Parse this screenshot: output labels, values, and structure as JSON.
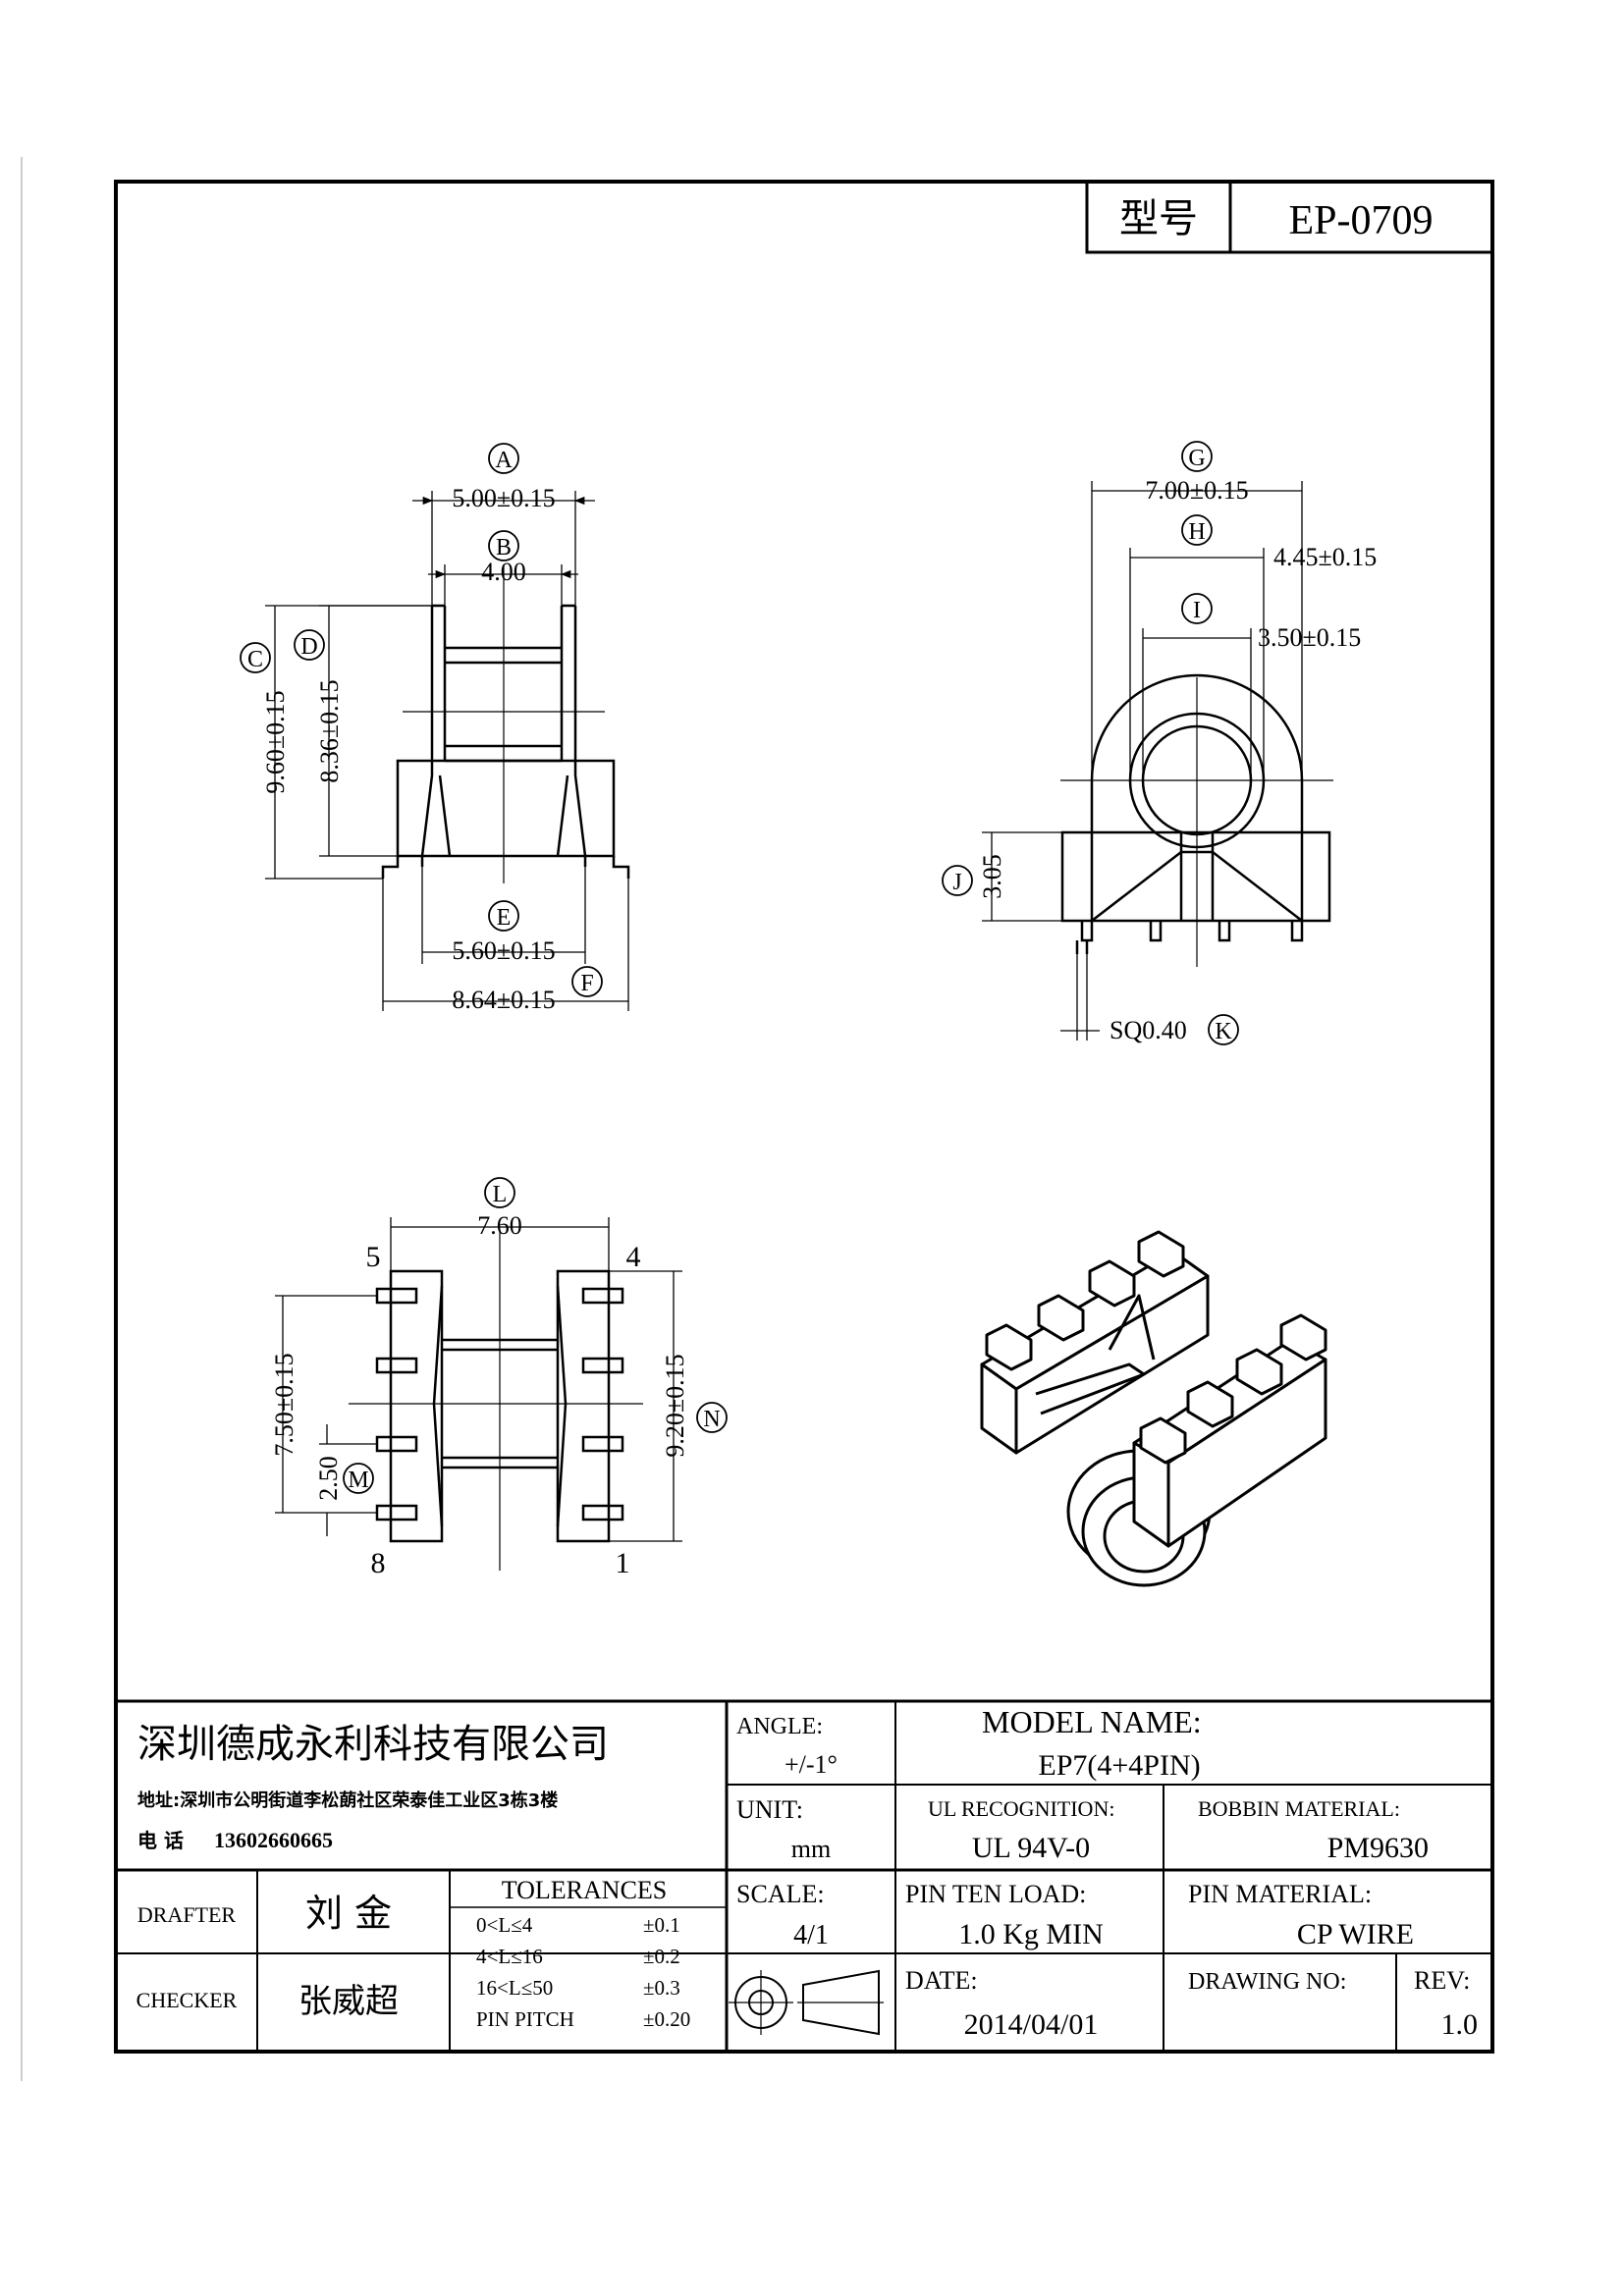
{
  "model_box": {
    "label": "型号",
    "value": "EP-0709"
  },
  "side_view": {
    "callouts": [
      "A",
      "B",
      "C",
      "D",
      "E",
      "F"
    ],
    "dims": {
      "a": "5.00±0.15",
      "b": "4.00",
      "c": "9.60±0.15",
      "d": "8.36±0.15",
      "e": "5.60±0.15",
      "f": "8.64±0.15"
    }
  },
  "front_view": {
    "callouts": [
      "G",
      "H",
      "I",
      "J",
      "K"
    ],
    "dims": {
      "g": "7.00±0.15",
      "h": "4.45±0.15",
      "i": "3.50±0.15",
      "j": "3.05",
      "k": "SQ0.40"
    }
  },
  "bottom_view": {
    "callouts": [
      "L",
      "M",
      "N"
    ],
    "dims": {
      "l": "7.60",
      "m": "2.50",
      "n_left": "7.50±0.15",
      "n_right": "9.20±0.15"
    },
    "pins": {
      "top_left": "5",
      "top_right": "4",
      "bottom_left": "8",
      "bottom_right": "1"
    }
  },
  "title_block": {
    "company": "深圳德成永利科技有限公司",
    "address": "地址:深圳市公明街道李松蓢社区荣泰佳工业区3栋3楼",
    "phone_label": "电 话",
    "phone": "13602660665",
    "angle_label": "ANGLE:",
    "angle_value": "+/-1°",
    "model_name_label": "MODEL NAME:",
    "model_name_value": "EP7(4+4PIN)",
    "unit_label": "UNIT:",
    "unit_value": "mm",
    "ul_label": "UL RECOGNITION:",
    "ul_value": "UL 94V-0",
    "bobbin_label": "BOBBIN MATERIAL:",
    "bobbin_value": "PM9630",
    "drafter_label": "DRAFTER",
    "drafter_value": "刘 金",
    "checker_label": "CHECKER",
    "checker_value": "张威超",
    "tolerances_label": "TOLERANCES",
    "tolerances": [
      {
        "range": "0<L≤4",
        "tol": "±0.1"
      },
      {
        "range": "4<L≤16",
        "tol": "±0.2"
      },
      {
        "range": "16<L≤50",
        "tol": "±0.3"
      },
      {
        "range": "PIN PITCH",
        "tol": "±0.20"
      }
    ],
    "scale_label": "SCALE:",
    "scale_value": "4/1",
    "pin_load_label": "PIN TEN LOAD:",
    "pin_load_value": "1.0 Kg MIN",
    "pin_material_label": "PIN MATERIAL:",
    "pin_material_value": "CP WIRE",
    "date_label": "DATE:",
    "date_value": "2014/04/01",
    "drawing_no_label": "DRAWING NO:",
    "drawing_no_value": "",
    "rev_label": "REV:",
    "rev_value": "1.0"
  }
}
